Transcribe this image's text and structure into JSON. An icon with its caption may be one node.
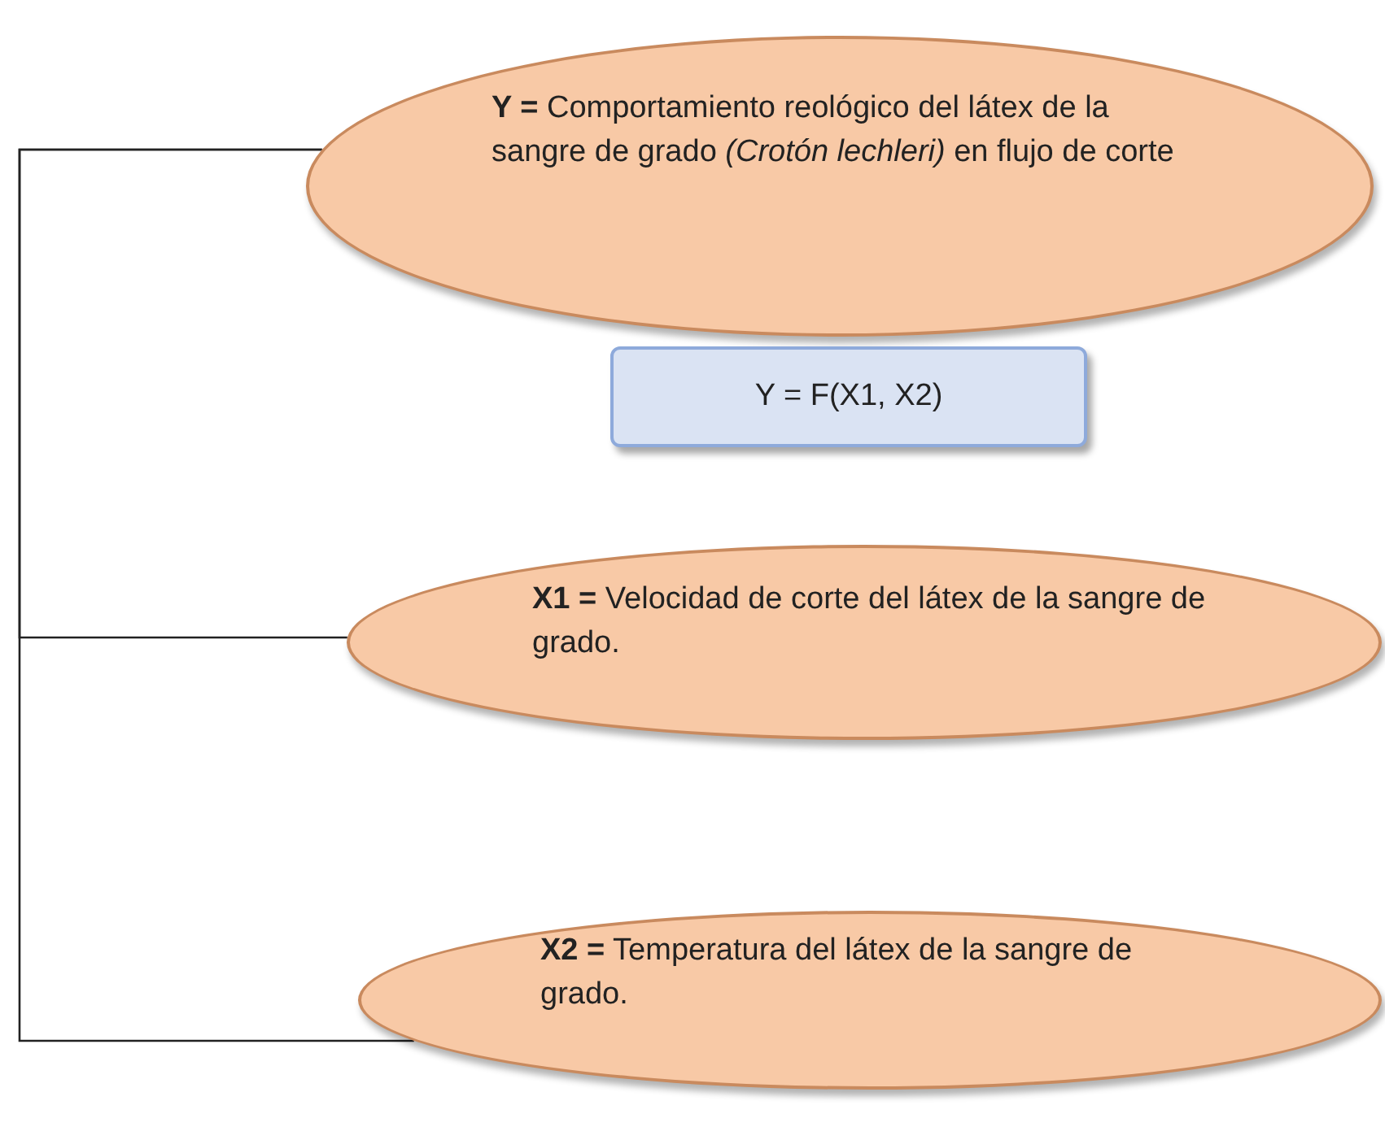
{
  "diagram": {
    "nodes": [
      {
        "text": [
          "**Y =** Comportamiento reológico del látex de la sangre de grado *(Crotón lechleri)* en flujo de corte"
        ]
      },
      {
        "text": [
          "Y = F(X1, X2)"
        ]
      },
      {
        "text": [
          "**X1 =** Velocidad de corte del látex de la sangre de grado."
        ]
      },
      {
        "text": [
          "**X2 =** Temperatura del látex de la sangre de grado."
        ]
      }
    ],
    "edges": [
      {
        "from": 0,
        "to": 2,
        "arrow": "none"
      },
      {
        "from": 0,
        "to": 3,
        "arrow": "none"
      }
    ]
  }
}
